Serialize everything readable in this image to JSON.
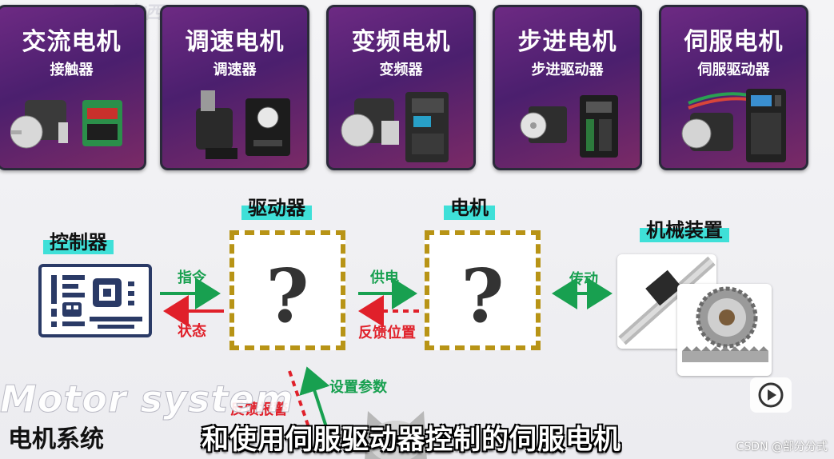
{
  "watermark": "@匹尔西",
  "cards": [
    {
      "title": "交流电机",
      "subtitle": "接触器"
    },
    {
      "title": "调速电机",
      "subtitle": "调速器"
    },
    {
      "title": "变频电机",
      "subtitle": "变频器"
    },
    {
      "title": "步进电机",
      "subtitle": "步进驱动器"
    },
    {
      "title": "伺服电机",
      "subtitle": "伺服驱动器"
    }
  ],
  "diagram": {
    "controller": "控制器",
    "driver": "驱动器",
    "motor": "电机",
    "mechanism": "机械装置",
    "unknown_mark": "?",
    "arrows": {
      "command": "指令",
      "status": "状态",
      "power": "供电",
      "feedback_position": "反馈位置",
      "transmission": "传动",
      "set_params": "设置参数",
      "feedback_alarm": "反馈报警"
    }
  },
  "footer": {
    "motor_system_en": "Motor system",
    "motor_system_cn": "电机系统",
    "subtitle": "和使用伺服驱动器控制的伺服电机",
    "csdn": "CSDN @部分分式"
  },
  "colors": {
    "card_bg": "#5a2375",
    "tag_bg": "#3fe0d8",
    "dash_border": "#b89416",
    "arrow_green": "#18a050",
    "arrow_red": "#e0202a"
  }
}
